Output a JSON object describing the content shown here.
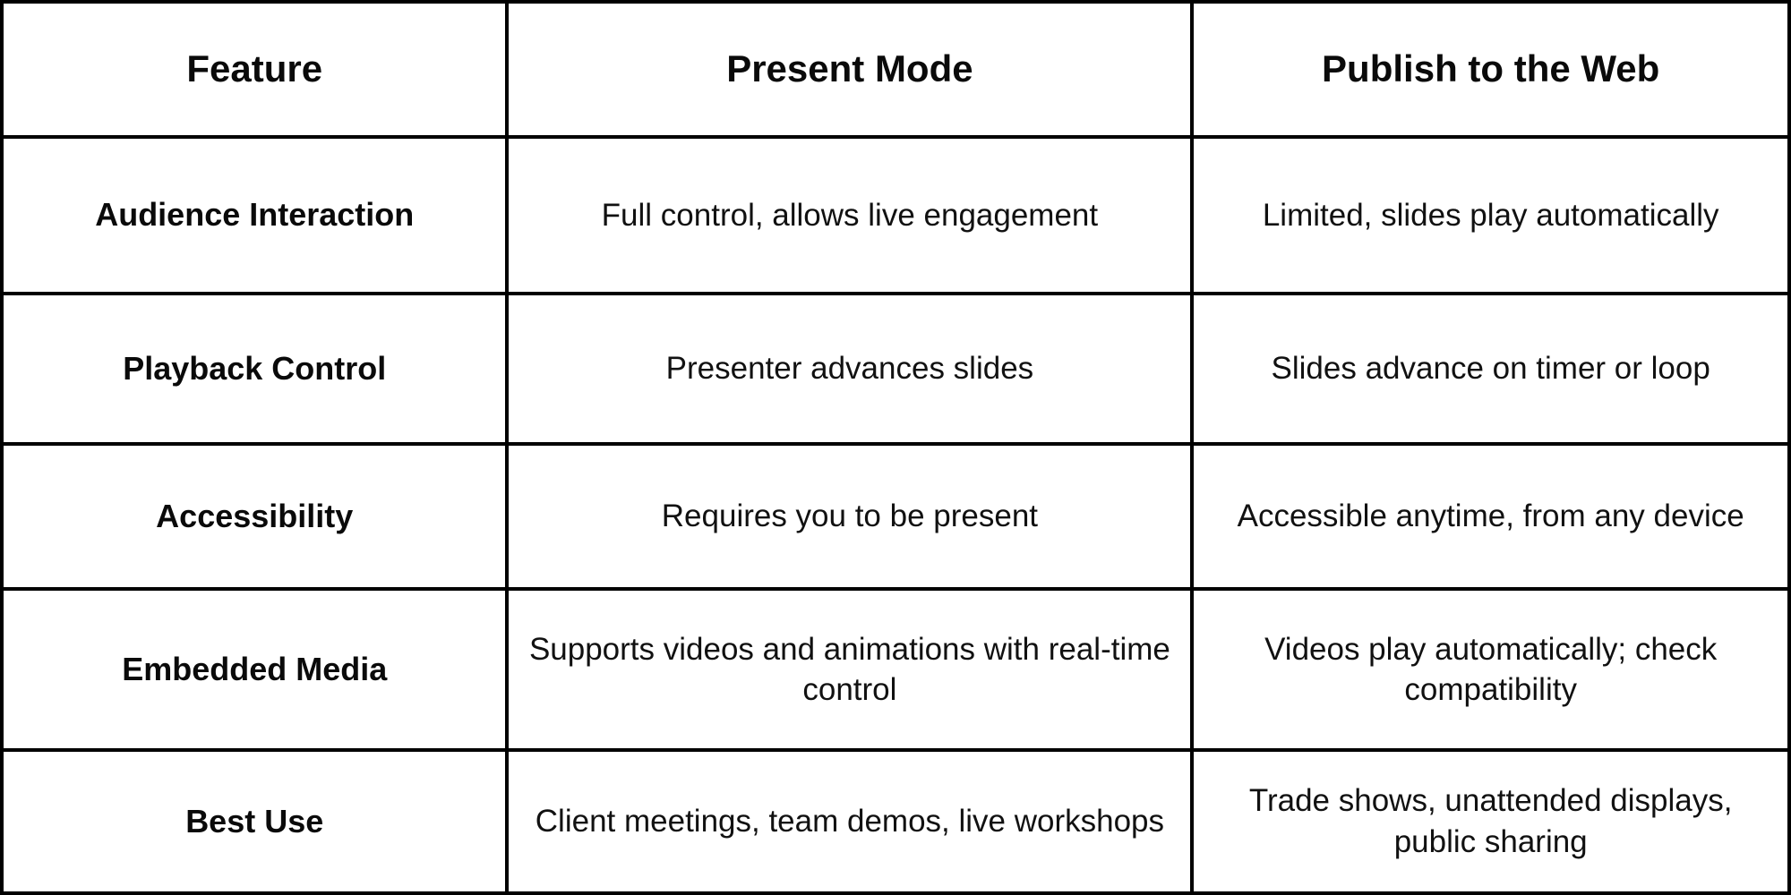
{
  "table": {
    "headers": [
      {
        "label": "Feature"
      },
      {
        "label": "Present Mode"
      },
      {
        "label": "Publish to the Web"
      }
    ],
    "rows": [
      {
        "feature": "Audience Interaction",
        "present_mode": "Full control, allows live engagement",
        "publish_web": "Limited, slides play automatically"
      },
      {
        "feature": "Playback Control",
        "present_mode": "Presenter advances slides",
        "publish_web": "Slides advance on timer or loop"
      },
      {
        "feature": "Accessibility",
        "present_mode": "Requires you to be present",
        "publish_web": "Accessible anytime, from any device"
      },
      {
        "feature": "Embedded Media",
        "present_mode": "Supports videos and animations with real-time control",
        "publish_web": "Videos play automatically; check compatibility"
      },
      {
        "feature": "Best Use",
        "present_mode": "Client meetings, team demos, live workshops",
        "publish_web": "Trade shows, unattended displays, public sharing"
      }
    ]
  },
  "colors": {
    "border": "#000000",
    "text": "#111111",
    "background": "#ffffff"
  }
}
